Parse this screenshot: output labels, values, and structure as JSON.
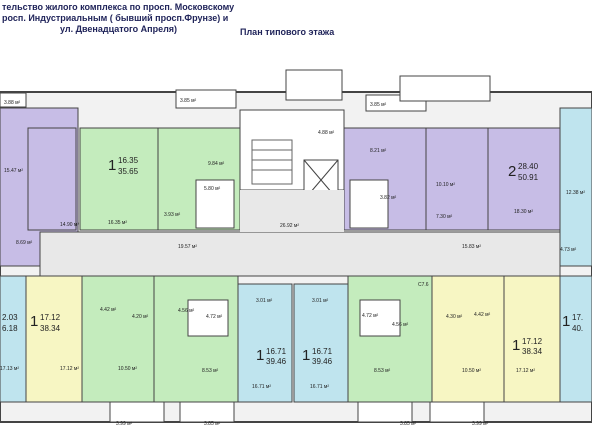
{
  "header": {
    "line1": "тельство жилого комплекса по просп. Московскому",
    "line2": "росп. Индустриальным ( бывший просп.Фрунзе) и",
    "line3": "ул. Двенадцатого Апреля)",
    "plan_title": "План типового этажа"
  },
  "apartments": [
    {
      "rooms": "1",
      "living": "16.35",
      "total": "35.65"
    },
    {
      "rooms": "2",
      "living": "28.40",
      "total": "50.91"
    },
    {
      "rooms": "1",
      "living": "17.12",
      "total": "38.34"
    },
    {
      "rooms": "1",
      "living": "16.71",
      "total": "39.46"
    },
    {
      "rooms": "1",
      "living": "16.71",
      "total": "39.46"
    },
    {
      "rooms": "1",
      "living": "17.12",
      "total": "38.34"
    },
    {
      "rooms": "1",
      "living": "17.",
      "total": "40."
    },
    {
      "rooms": "",
      "living": "2.03",
      "total": "6.18"
    }
  ],
  "areas": {
    "a1": "3.88 м²",
    "a2": "3.85 м²",
    "a3": "4.88 м²",
    "a4": "3.85 м²",
    "a5": "15.47 м²",
    "a6": "9.84 м²",
    "a7": "8.21 м²",
    "a8": "10.10 м²",
    "a9": "12.38 м²",
    "a10": "5.80 м²",
    "a11": "3.93 м²",
    "a12": "16.35 м²",
    "a13": "14.90 м²",
    "a14": "26.92 м²",
    "a15": "3.82 м²",
    "a16": "7.30 м²",
    "a17": "18.30 м²",
    "a18": "8.69 м²",
    "a19": "19.57 м²",
    "a20": "15.83 м²",
    "a21": "4.73 м²",
    "a22": "3.01 м²",
    "a23": "3.01 м²",
    "a24": "4.42 м²",
    "a25": "4.20 м²",
    "a26": "4.56 м²",
    "a27": "4.72 м²",
    "a28": "4.72 м²",
    "a29": "4.56 м²",
    "a30": "4.30 м²",
    "a31": "4.42 м²",
    "a32": "17.12 м²",
    "a33": "10.50 м²",
    "a34": "8.53 м²",
    "a35": "16.71 м²",
    "a36": "16.71 м²",
    "a37": "8.53 м²",
    "a38": "10.50 м²",
    "a39": "17.12 м²",
    "a40": "17.13 м²",
    "a41": "3.99 м²",
    "a42": "3.85 м²",
    "a43": "3.85 м²",
    "a44": "3.99 м²",
    "a45": "С7.6"
  },
  "colors": {
    "purple": "#c7bde6",
    "green": "#c4ecbd",
    "blue": "#bfe4ee",
    "yellow": "#f7f6c3",
    "wall": "#333333",
    "corridor": "#e8e8e8"
  }
}
